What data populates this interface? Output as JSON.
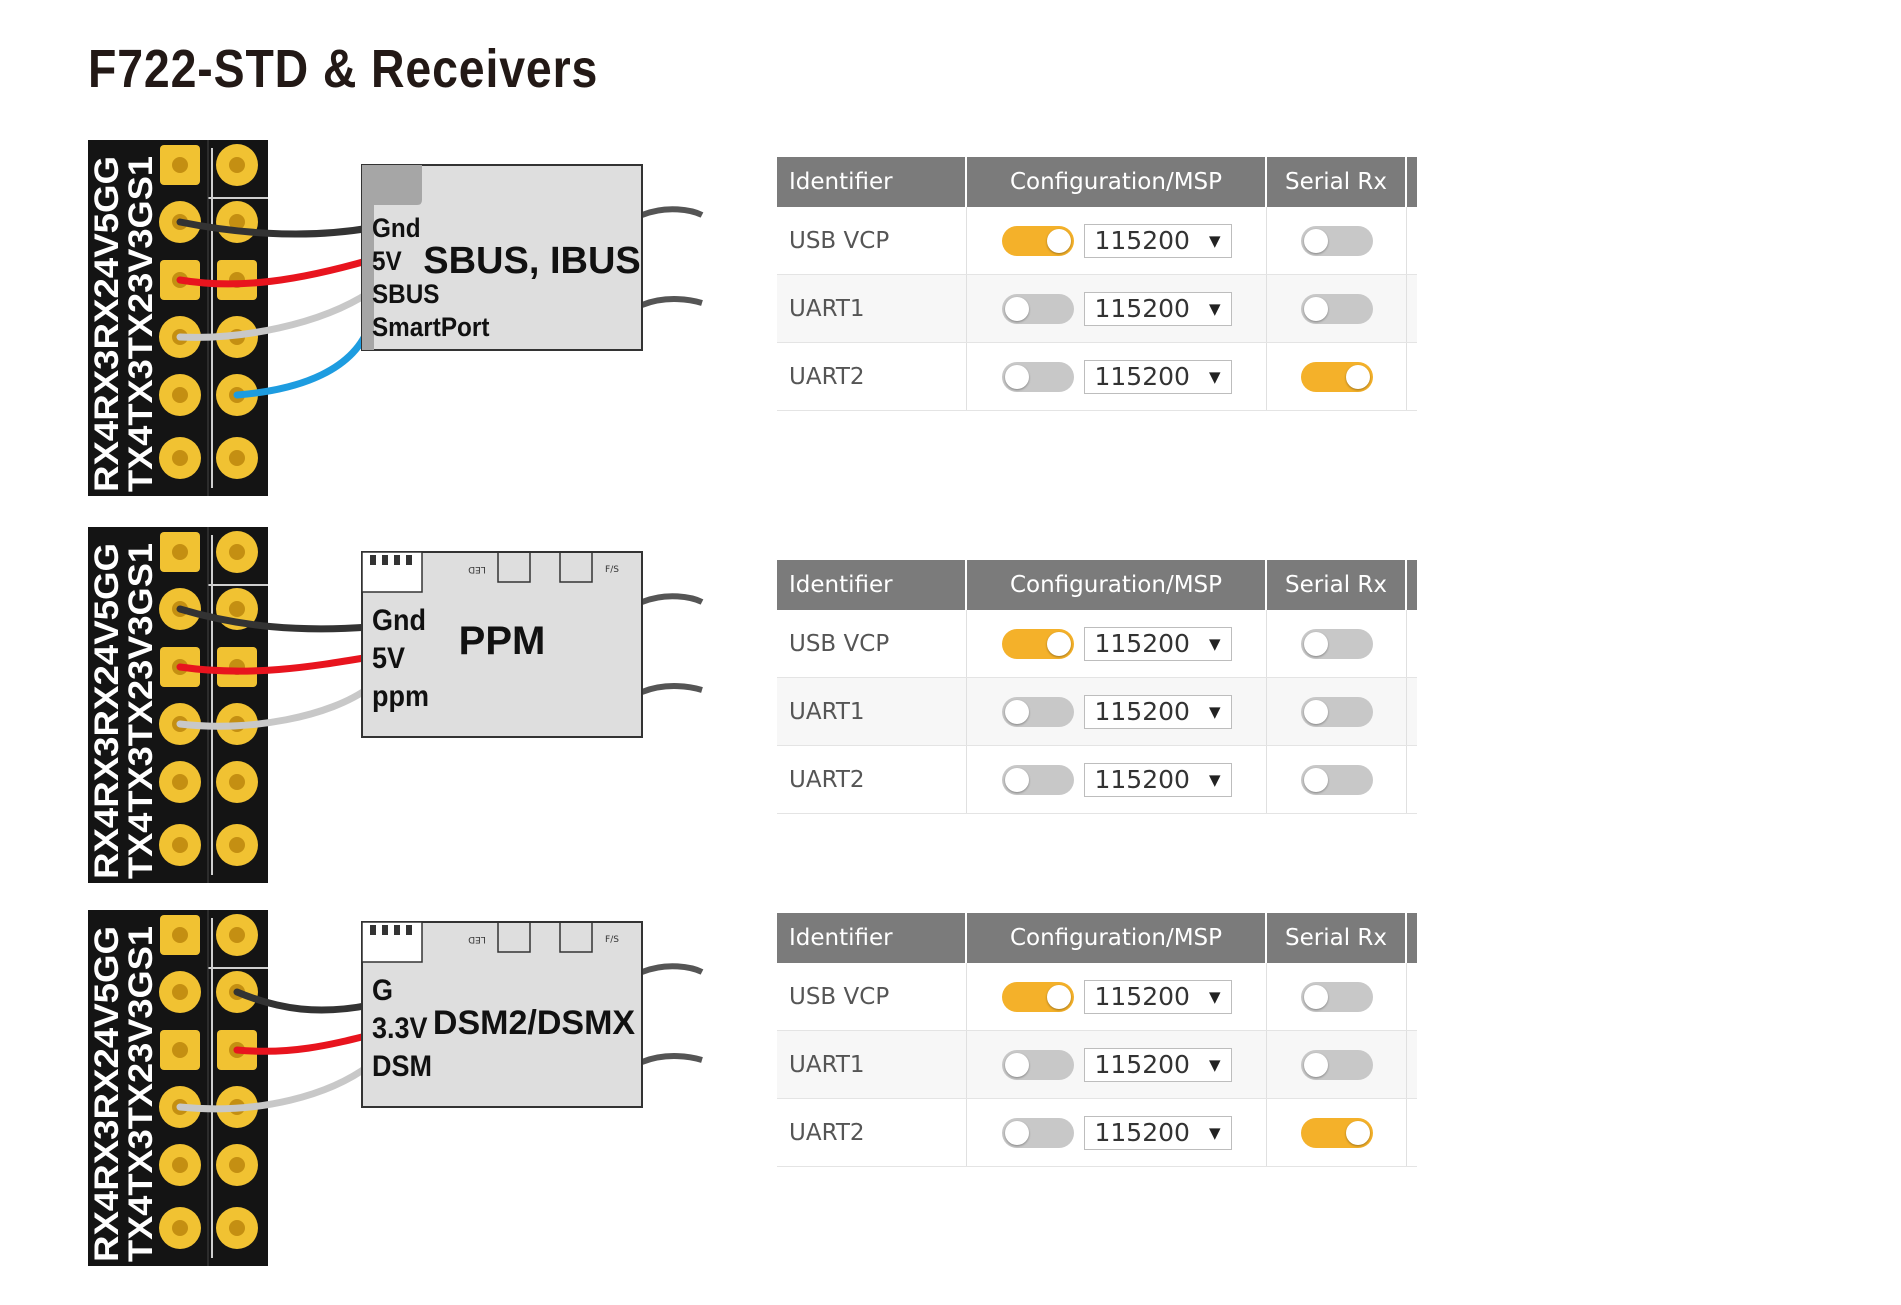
{
  "title": "F722-STD & Receivers",
  "board": {
    "left_labels": [
      "RX4",
      "RX3",
      "RX2",
      "4V5",
      "G",
      "G"
    ],
    "right_labels": [
      "TX4",
      "TX3",
      "TX2",
      "3V3",
      "G",
      "S1"
    ]
  },
  "receivers": [
    {
      "name": "SBUS, IBUS",
      "pins": [
        "Gnd",
        "5V",
        "SBUS",
        "SmartPort"
      ],
      "table": {
        "headers": [
          "Identifier",
          "Configuration/MSP",
          "Serial Rx"
        ],
        "rows": [
          {
            "id": "USB VCP",
            "msp": true,
            "baud": "115200",
            "serial_rx": false
          },
          {
            "id": "UART1",
            "msp": false,
            "baud": "115200",
            "serial_rx": false
          },
          {
            "id": "UART2",
            "msp": false,
            "baud": "115200",
            "serial_rx": true
          }
        ]
      }
    },
    {
      "name": "PPM",
      "pins": [
        "Gnd",
        "5V",
        "ppm"
      ],
      "markings": {
        "led": "LED",
        "fs": "F/S"
      },
      "table": {
        "headers": [
          "Identifier",
          "Configuration/MSP",
          "Serial Rx"
        ],
        "rows": [
          {
            "id": "USB VCP",
            "msp": true,
            "baud": "115200",
            "serial_rx": false
          },
          {
            "id": "UART1",
            "msp": false,
            "baud": "115200",
            "serial_rx": false
          },
          {
            "id": "UART2",
            "msp": false,
            "baud": "115200",
            "serial_rx": false
          }
        ]
      }
    },
    {
      "name": "DSM2/DSMX",
      "pins": [
        "G",
        "3.3V",
        "DSM"
      ],
      "markings": {
        "led": "LED",
        "fs": "F/S"
      },
      "table": {
        "headers": [
          "Identifier",
          "Configuration/MSP",
          "Serial Rx"
        ],
        "rows": [
          {
            "id": "USB VCP",
            "msp": true,
            "baud": "115200",
            "serial_rx": false
          },
          {
            "id": "UART1",
            "msp": false,
            "baud": "115200",
            "serial_rx": false
          },
          {
            "id": "UART2",
            "msp": false,
            "baud": "115200",
            "serial_rx": true
          }
        ]
      }
    }
  ],
  "colors": {
    "pcb": "#141414",
    "pad_gold": "#f1c232",
    "wire_gnd": "#333333",
    "wire_power": "#e8141e",
    "wire_signal": "#c8c8c8",
    "wire_smartport": "#1d9ce0",
    "toggle_on": "#f4b12a",
    "toggle_off": "#c8c8c8",
    "table_header": "#7b7b7b"
  }
}
